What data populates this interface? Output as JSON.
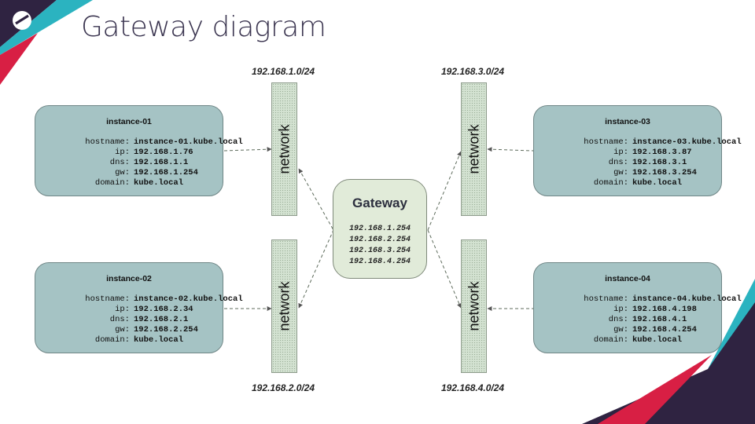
{
  "title": "Gateway diagram",
  "network_label": "network",
  "subnets": [
    "192.168.1.0/24",
    "192.168.2.0/24",
    "192.168.3.0/24",
    "192.168.4.0/24"
  ],
  "gateway": {
    "name": "Gateway",
    "ips": [
      "192.168.1.254",
      "192.168.2.254",
      "192.168.3.254",
      "192.168.4.254"
    ]
  },
  "field_labels": {
    "hostname": "hostname:",
    "ip": "ip:",
    "dns": "dns:",
    "gw": "gw:",
    "domain": "domain:"
  },
  "instances": [
    {
      "name": "instance-01",
      "hostname": "instance-01.kube.local",
      "ip": "192.168.1.76",
      "dns": "192.168.1.1",
      "gw": "192.168.1.254",
      "domain": "kube.local"
    },
    {
      "name": "instance-02",
      "hostname": "instance-02.kube.local",
      "ip": "192.168.2.34",
      "dns": "192.168.2.1",
      "gw": "192.168.2.254",
      "domain": "kube.local"
    },
    {
      "name": "instance-03",
      "hostname": "instance-03.kube.local",
      "ip": "192.168.3.87",
      "dns": "192.168.3.1",
      "gw": "192.168.3.254",
      "domain": "kube.local"
    },
    {
      "name": "instance-04",
      "hostname": "instance-04.kube.local",
      "ip": "192.168.4.198",
      "dns": "192.168.4.1",
      "gw": "192.168.4.254",
      "domain": "kube.local"
    }
  ],
  "colors": {
    "instance_fill": "#a5c3c4",
    "network_fill": "#d3e2d1",
    "gateway_fill": "#e1ebd9",
    "brand_dark": "#2f2341",
    "brand_red": "#d81f44",
    "brand_teal": "#2bb3c0"
  }
}
